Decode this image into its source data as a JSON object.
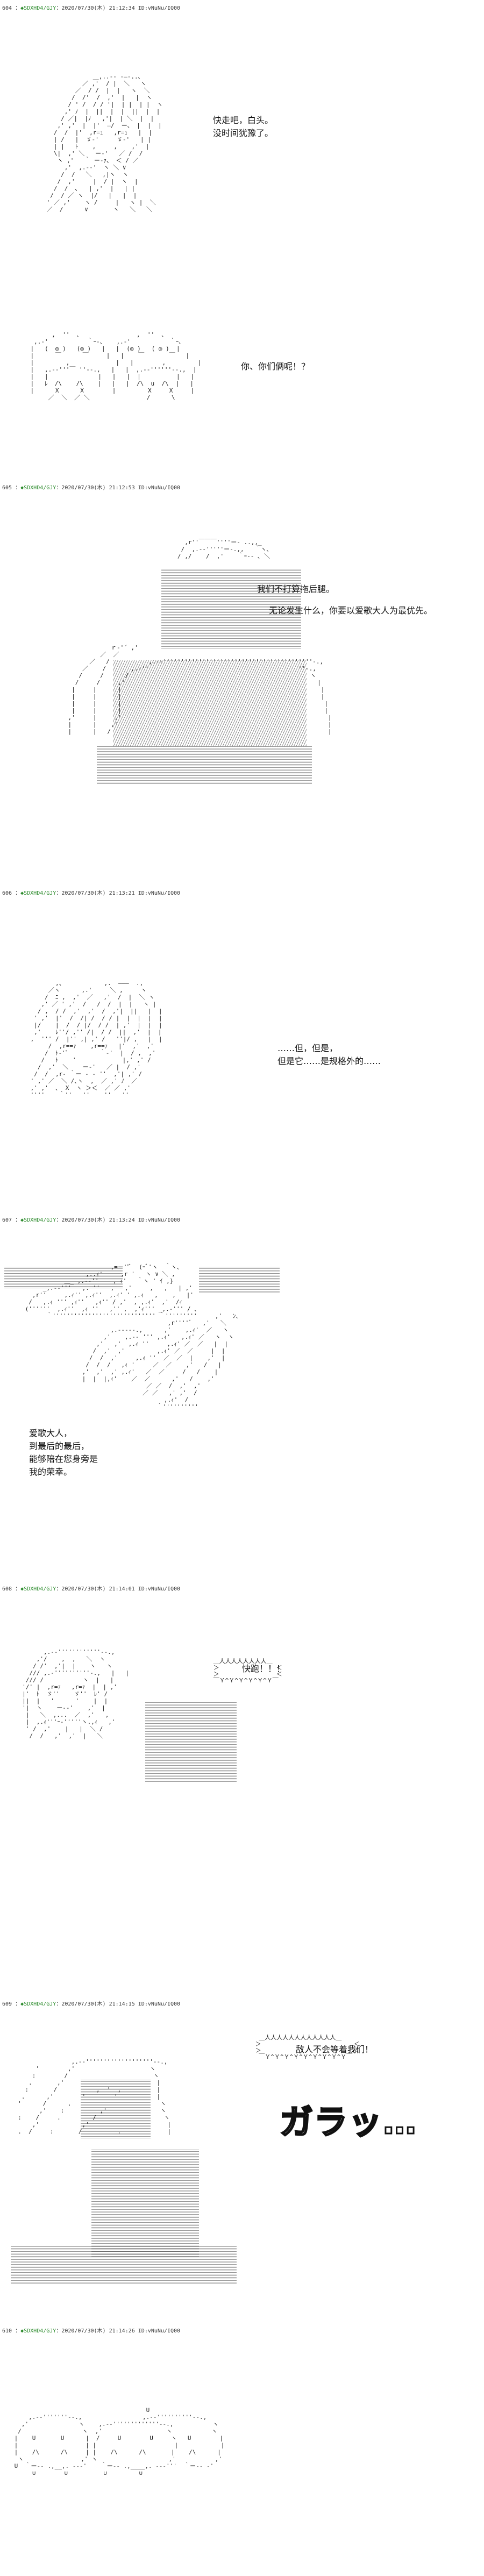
{
  "posts": [
    {
      "header": {
        "num": "604 ：",
        "name": "◆SDXHD4/GJY",
        "meta": "：2020/07/30(木) 21:12:34 ID:vNuNu/IQ00"
      },
      "dialogs": [
        "快走吧，白头。\n没时间犹豫了。",
        "你、你们俩呢！？"
      ]
    },
    {
      "header": {
        "num": "605 ：",
        "name": "◆SDXHD4/GJY",
        "meta": "：2020/07/30(木) 21:12:53 ID:vNuNu/IQ00"
      },
      "dialogs": [
        "我们不打算拖后腿。",
        "无论发生什么，你要以爱歌大人为最优先。"
      ]
    },
    {
      "header": {
        "num": "606 ：",
        "name": "◆SDXHD4/GJY",
        "meta": "：2020/07/30(木) 21:13:21 ID:vNuNu/IQ00"
      },
      "dialogs": [
        "……但，但是，\n但是它……是规格外的……"
      ]
    },
    {
      "header": {
        "num": "607 ：",
        "name": "◆SDXHD4/GJY",
        "meta": "：2020/07/30(木) 21:13:24 ID:vNuNu/IQ00"
      },
      "dialogs": [
        "爱歌大人，\n到最后的最后，\n能够陪在您身旁是\n我的荣幸。"
      ]
    },
    {
      "header": {
        "num": "608 ：",
        "name": "◆SDXHD4/GJY",
        "meta": "：2020/07/30(木) 21:14:01 ID:vNuNu/IQ00"
      },
      "dialogs": [
        "快跑！！！"
      ]
    },
    {
      "header": {
        "num": "609 ：",
        "name": "◆SDXHD4/GJY",
        "meta": "：2020/07/30(木) 21:14:15 ID:vNuNu/IQ00"
      },
      "dialogs": [
        "敌人不会等着我们！"
      ],
      "sfx": "ガラッ…"
    },
    {
      "header": {
        "num": "610 ：",
        "name": "◆SDXHD4/GJY",
        "meta": "：2020/07/30(木) 21:14:26 ID:vNuNu/IQ00"
      },
      "dialogs": []
    }
  ]
}
